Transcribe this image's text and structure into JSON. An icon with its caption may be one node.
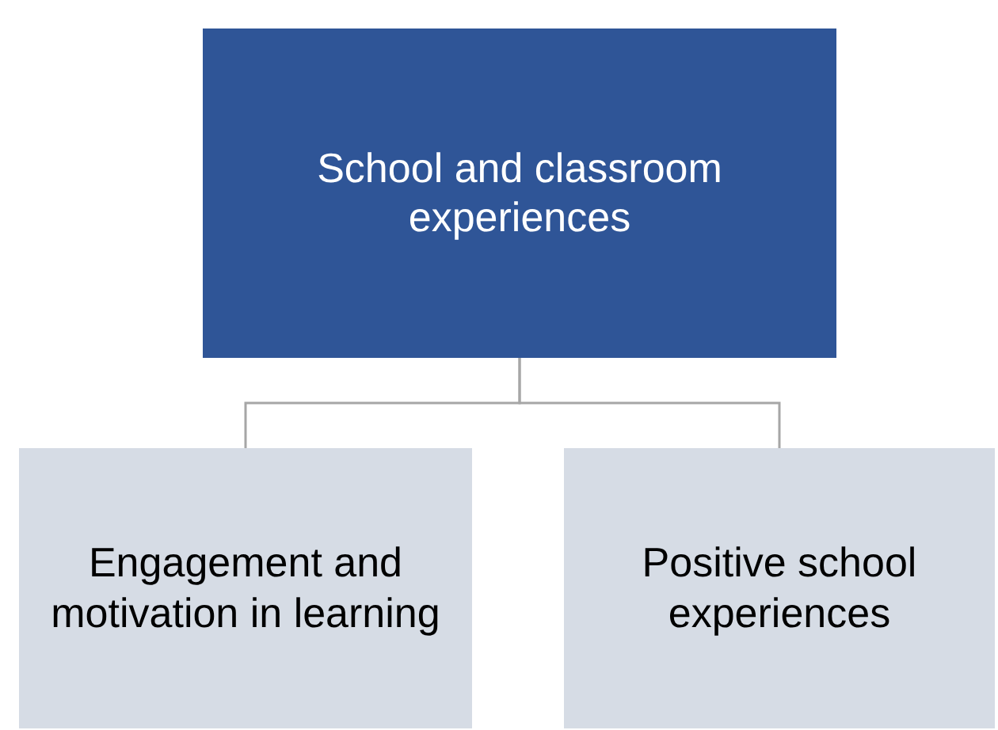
{
  "diagram": {
    "nodes": [
      {
        "text": [
          "School and classroom experiences"
        ]
      },
      {
        "text": [
          "Engagement and motivation in learning"
        ]
      },
      {
        "text": [
          "Positive school experiences"
        ]
      }
    ],
    "edges": [
      {
        "from": 0,
        "to": 1,
        "arrow": "none"
      },
      {
        "from": 0,
        "to": 2,
        "arrow": "none"
      }
    ]
  }
}
